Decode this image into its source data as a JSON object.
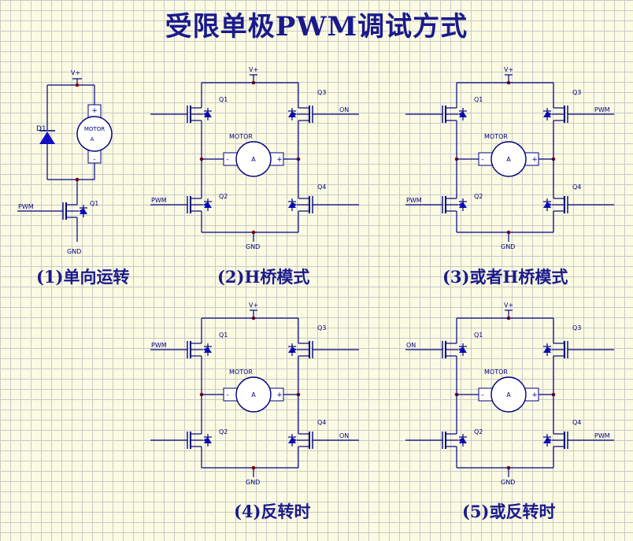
{
  "title": "受限单极PWM调试方式",
  "labels": {
    "vplus": "V+",
    "gnd": "GND",
    "motor": "MOTOR",
    "diode": "D1",
    "motor_symbol": "A",
    "plus": "+",
    "minus": "-",
    "q1": "Q1",
    "q2": "Q2",
    "q3": "Q3",
    "q4": "Q4"
  },
  "colors": {
    "wire": "#000080",
    "node": "#8b0000",
    "transistor": "#1010c0",
    "text": "#1a1a8c",
    "motor_fill": "#ffffff"
  },
  "circuits": [
    {
      "id": "c1",
      "caption": "(1)单向运转",
      "input": "PWM"
    },
    {
      "id": "c2",
      "caption": "(2)H桥模式",
      "q1": "",
      "q2": "PWM",
      "q3": "ON",
      "q4": ""
    },
    {
      "id": "c3",
      "caption": "(3)或者H桥模式",
      "q1": "",
      "q2": "PWM",
      "q3": "PWM",
      "q4": ""
    },
    {
      "id": "c4",
      "caption": "(4)反转时",
      "q1": "PWM",
      "q2": "",
      "q3": "",
      "q4": "ON"
    },
    {
      "id": "c5",
      "caption": "(5)或反转时",
      "q1": "ON",
      "q2": "",
      "q3": "",
      "q4": "PWM"
    }
  ]
}
